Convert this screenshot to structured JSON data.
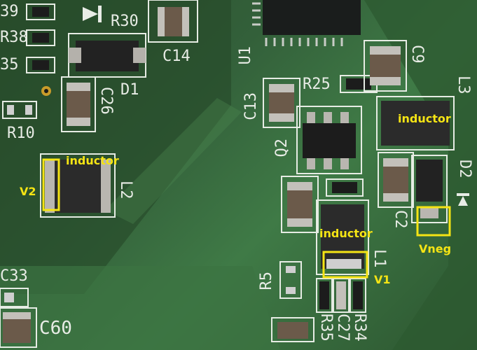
{
  "silkscreen": {
    "r39": "39",
    "r38": "R38",
    "r35top": "35",
    "r30": "R30",
    "c14": "C14",
    "d1": "D1",
    "c26": "C26",
    "r10": "R10",
    "l2": "L2",
    "u1": "U1",
    "c13": "C13",
    "q2": "Q2",
    "r25": "R25",
    "c9": "C9",
    "l3": "L3",
    "d2": "D2",
    "c2": "C2",
    "l1": "L1",
    "r5": "R5",
    "r35": "R35",
    "c27": "C27",
    "r34": "R34",
    "c33": "C33",
    "c60": "C60"
  },
  "annotations": {
    "inductor_left": "inductor",
    "inductor_right": "inductor",
    "inductor_center": "inductor",
    "v2": "V2",
    "v1": "V1",
    "vneg": "Vneg"
  },
  "colors": {
    "annotation": "#f5e414",
    "silkscreen": "#e8ece6",
    "pcb": "#33603a"
  }
}
